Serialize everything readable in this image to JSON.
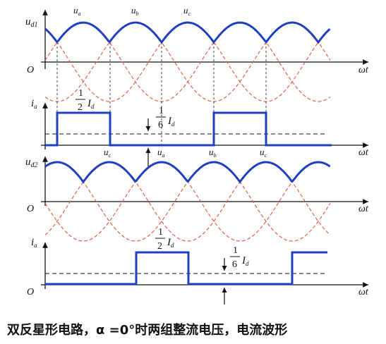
{
  "top": {
    "ud1_label": "u",
    "ud1_sub": "d1",
    "ua_label": "u",
    "ua_sub": "a",
    "ub_label": "u",
    "ub_sub": "b",
    "uc_label": "u",
    "uc_sub": "c",
    "origin": "O",
    "wt": "ωt",
    "ia_label": "i",
    "ia_sub": "a",
    "half_num": "1",
    "half_den": "2",
    "half_I": "I",
    "half_sub": "d",
    "sixth_num": "1",
    "sixth_den": "6",
    "sixth_I": "I",
    "sixth_sub": "d",
    "uc_prime": "u",
    "uc_prime_sub": "c",
    "ua_prime": "u",
    "ua_prime_sub": "a",
    "ub_prime": "u",
    "ub_prime_sub": "b",
    "uc_prime2": "u",
    "uc_prime2_sub": "c"
  },
  "bottom": {
    "ud2_label": "u",
    "ud2_sub": "d2",
    "origin": "O",
    "wt": "ωt",
    "ia_label": "i",
    "ia_sub": "a",
    "half_num": "1",
    "half_den": "2",
    "half_I": "I",
    "half_sub": "d",
    "sixth_num": "1",
    "sixth_den": "6",
    "sixth_I": "I",
    "sixth_sub": "d"
  },
  "caption": "双反星形电路，α =0°时两组整流电压，电流波形",
  "colors": {
    "output_wave": "#1f3fbf",
    "phase_wave": "#e0604a",
    "axis": "#111111"
  }
}
